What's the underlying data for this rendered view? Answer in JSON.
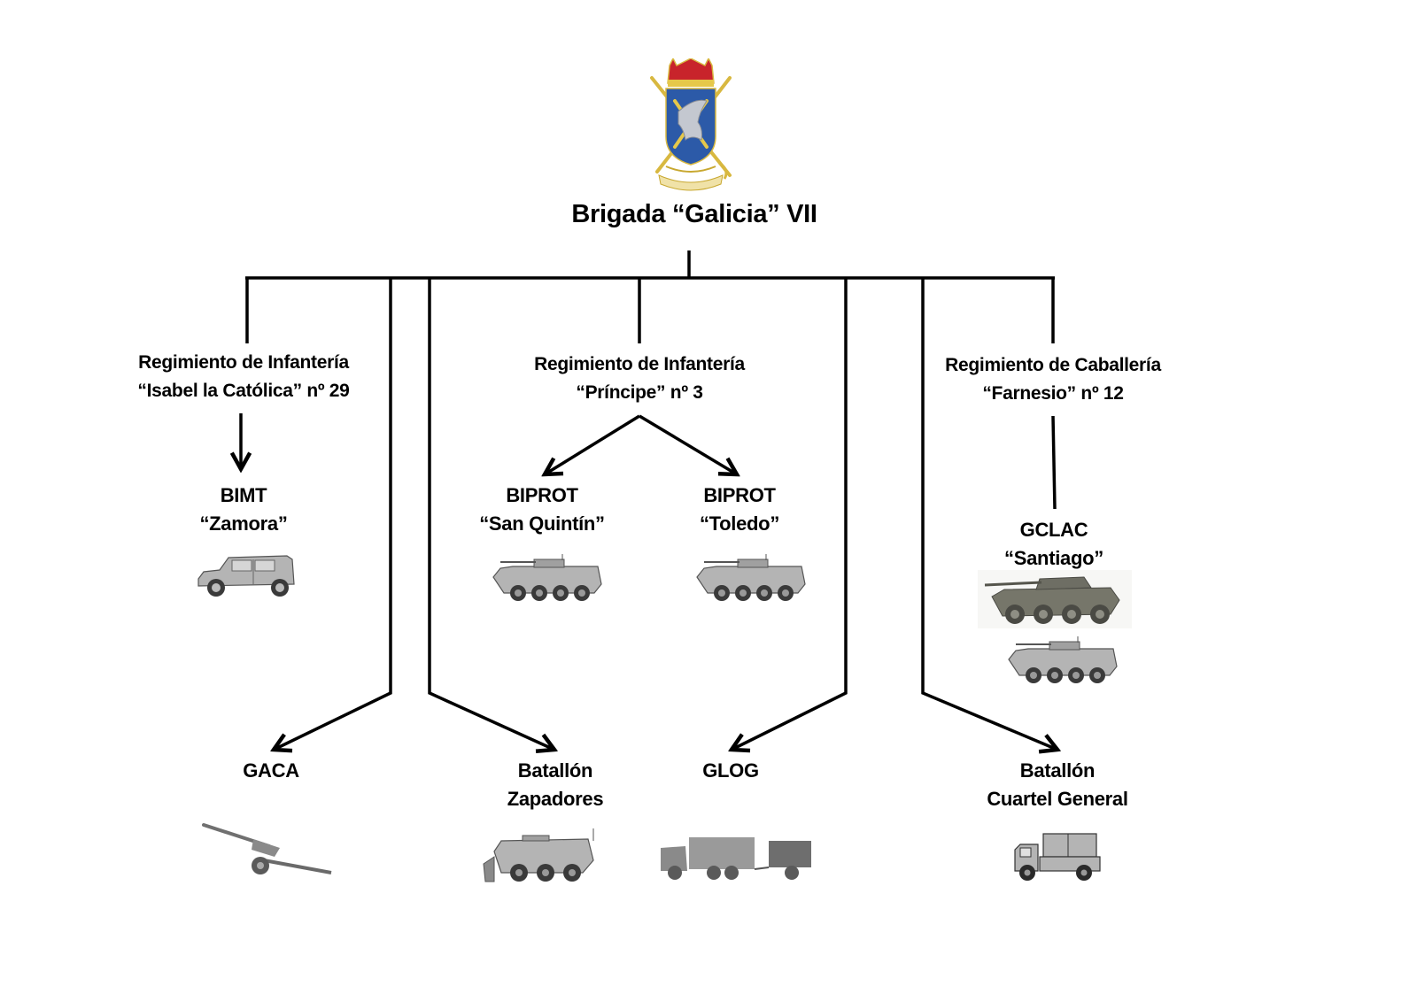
{
  "brigade": {
    "name": "Brigada “Galicia” VII",
    "emblem": "coat-of-arms-emblem",
    "emblem_colors": {
      "shield": "#2c5aa8",
      "crown": "#c8242b",
      "gold": "#e6c84a",
      "eagle": "#b8bcc4"
    }
  },
  "regiments": [
    {
      "line1": "Regimiento de Infantería",
      "line2": "“Isabel la Católica” nº 29"
    },
    {
      "line1": "Regimiento de Infantería",
      "line2": "“Príncipe” nº 3"
    },
    {
      "line1": "Regimiento de Caballería",
      "line2": "“Farnesio” nº 12"
    }
  ],
  "units": [
    {
      "line1": "BIMT",
      "line2": "“Zamora”",
      "vehicle": "light-utility-vehicle-icon"
    },
    {
      "line1": "BIPROT",
      "line2": "“San Quintín”",
      "vehicle": "wheeled-apc-icon"
    },
    {
      "line1": "BIPROT",
      "line2": "“Toledo”",
      "vehicle": "wheeled-apc-icon"
    },
    {
      "line1": "GCLAC",
      "line2": "“Santiago”",
      "vehicle": "armored-car-icon"
    }
  ],
  "support_units": [
    {
      "line1": "GACA",
      "line2": "",
      "vehicle": "towed-howitzer-icon"
    },
    {
      "line1": "Batallón",
      "line2": "Zapadores",
      "vehicle": "engineer-vehicle-icon"
    },
    {
      "line1": "GLOG",
      "line2": "",
      "vehicle": "truck-with-trailer-icon"
    },
    {
      "line1": "Batallón",
      "line2": "Cuartel General",
      "vehicle": "shelter-truck-icon"
    }
  ],
  "colors": {
    "line": "#000000",
    "vehicle_fill": "#b4b4b4",
    "vehicle_dark": "#6a6a6a",
    "tank_olive": "#6e6e64"
  }
}
